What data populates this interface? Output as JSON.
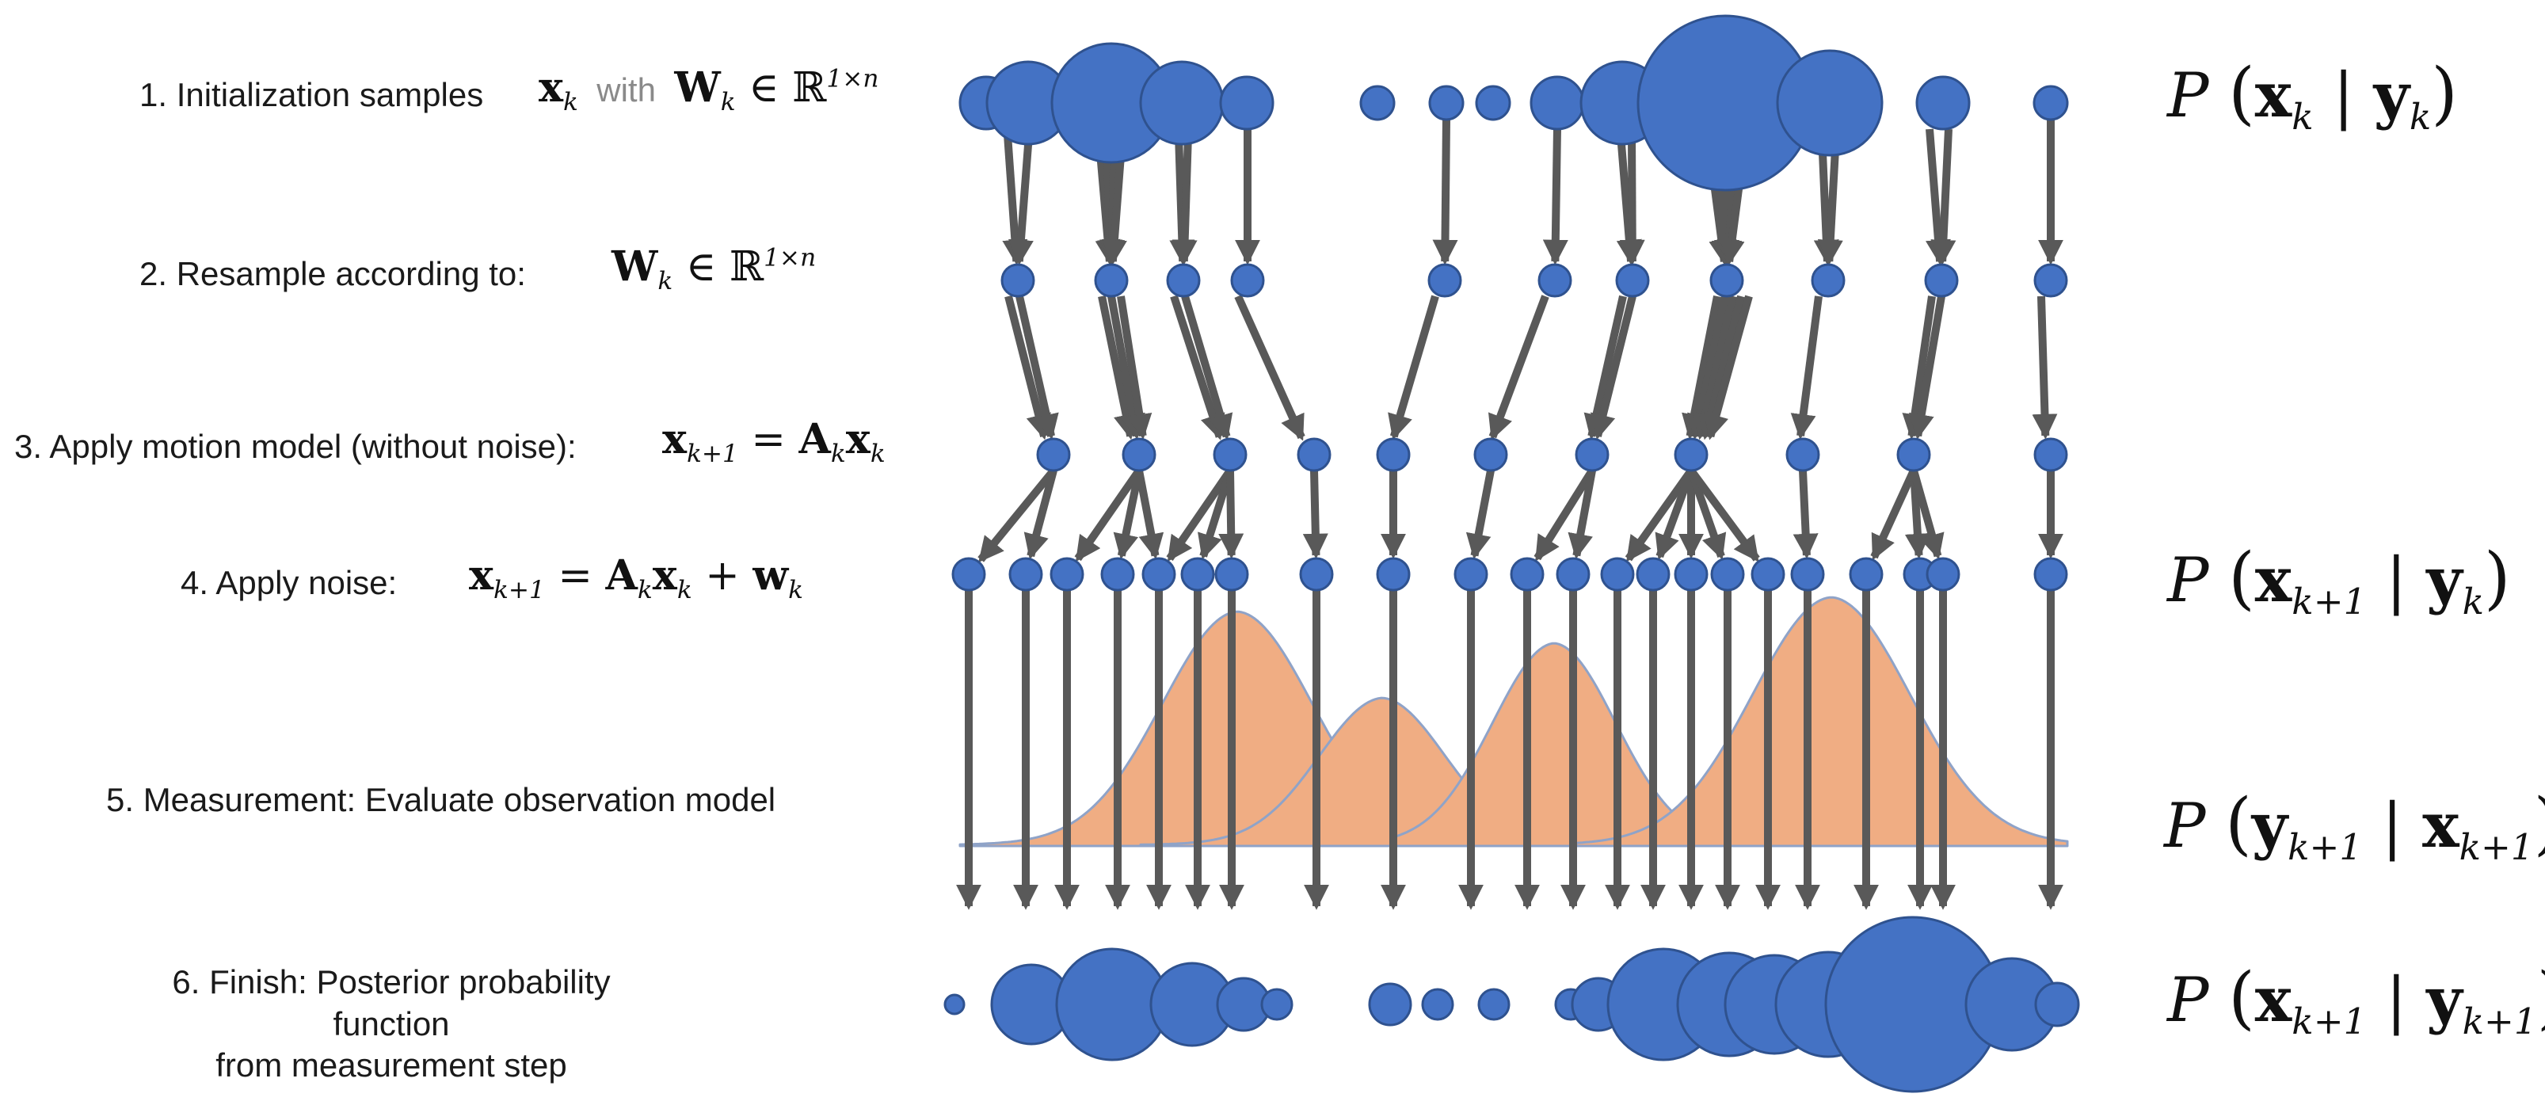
{
  "steps": {
    "s1": {
      "text": "1. Initialization samples",
      "math_x": "x",
      "math_x_sub": "k",
      "with": "with",
      "math_w": "W",
      "math_w_sub": "k",
      "math_in": "∈ ℝ",
      "math_sup": "1×n"
    },
    "s2": {
      "text": "2. Resample according to:",
      "math_w": "W",
      "math_w_sub": "k",
      "math_in": "∈ ℝ",
      "math_sup": "1×n"
    },
    "s3": {
      "text": "3. Apply motion model (without noise):",
      "math_lhs": "x",
      "math_lhs_sub": "k+1",
      "math_eq": " = ",
      "math_a": "A",
      "math_a_sub": "k",
      "math_x": "x",
      "math_x_sub": "k"
    },
    "s4": {
      "text": "4. Apply noise:",
      "math_lhs": "x",
      "math_lhs_sub": "k+1",
      "math_eq": " = ",
      "math_a": "A",
      "math_a_sub": "k",
      "math_x": "x",
      "math_x_sub": "k",
      "math_plus": " + ",
      "math_w": "w",
      "math_w_sub": "k"
    },
    "s5": {
      "text": "5. Measurement: Evaluate observation model"
    },
    "s6": {
      "line1": "6. Finish: Posterior probability function",
      "line2": "from measurement step"
    }
  },
  "probabilities": {
    "p1": {
      "P": "P",
      "a": "x",
      "a_sub": "k",
      "bar": "|",
      "b": "y",
      "b_sub": "k"
    },
    "p4": {
      "P": "P",
      "a": "x",
      "a_sub": "k+1",
      "bar": "|",
      "b": "y",
      "b_sub": "k"
    },
    "p5": {
      "P": "P",
      "a": "y",
      "a_sub": "k+1",
      "bar": "|",
      "b": "x",
      "b_sub": "k+1"
    },
    "p6": {
      "P": "P",
      "a": "x",
      "a_sub": "k+1",
      "bar": "|",
      "b": "y",
      "b_sub": "k+1"
    }
  },
  "colors": {
    "particle_fill": "#4472C4",
    "particle_stroke": "#2F528F",
    "arrow": "#595959",
    "likelihood_fill": "#F0AD83",
    "likelihood_stroke": "#8FA3C8"
  }
}
